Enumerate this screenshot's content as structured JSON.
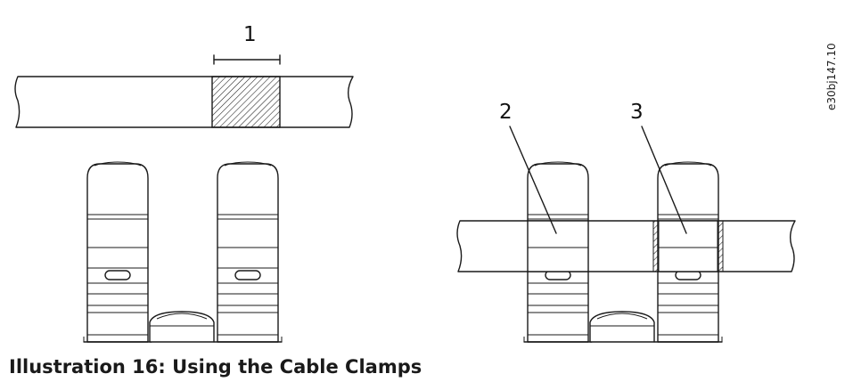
{
  "caption": "Illustration 16: Using the Cable Clamps",
  "reference_id": "e30bj147.10",
  "callouts": [
    {
      "id": "1",
      "label": "1"
    },
    {
      "id": "2",
      "label": "2"
    },
    {
      "id": "3",
      "label": "3"
    }
  ]
}
